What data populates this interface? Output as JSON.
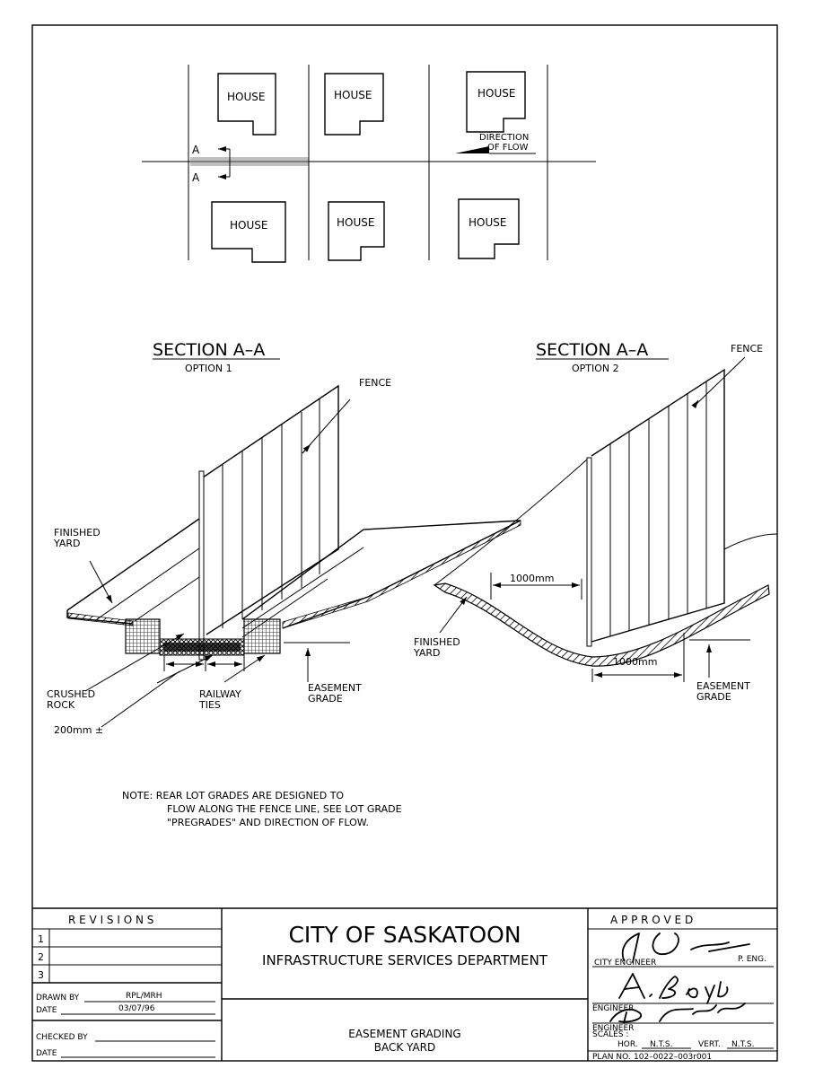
{
  "site_plan": {
    "houses": [
      "HOUSE",
      "HOUSE",
      "HOUSE",
      "HOUSE",
      "HOUSE",
      "HOUSE"
    ],
    "section_marks": [
      "A",
      "A"
    ],
    "flow_label_line1": "DIRECTION",
    "flow_label_line2": "OF FLOW"
  },
  "option1": {
    "title": "SECTION A–A",
    "subtitle": "OPTION 1",
    "fence": "FENCE",
    "finished_yard_1": "FINISHED",
    "finished_yard_2": "YARD",
    "crushed_rock_1": "CRUSHED",
    "crushed_rock_2": "ROCK",
    "railway_ties_1": "RAILWAY",
    "railway_ties_2": "TIES",
    "easement_grade_1": "EASEMENT",
    "easement_grade_2": "GRADE",
    "dimension": "200mm ±"
  },
  "option2": {
    "title": "SECTION A–A",
    "subtitle": "OPTION 2",
    "fence": "FENCE",
    "dim_top": "1000mm",
    "dim_bottom": "1000mm",
    "finished_yard_1": "FINISHED",
    "finished_yard_2": "YARD",
    "easement_grade_1": "EASEMENT",
    "easement_grade_2": "GRADE"
  },
  "note": {
    "line1": "NOTE:  REAR LOT GRADES ARE DESIGNED TO",
    "line2": "FLOW ALONG THE FENCE LINE, SEE LOT GRADE",
    "line3": "\"PREGRADES\" AND DIRECTION OF FLOW."
  },
  "title_block": {
    "revisions_header": "R E V I S I O N S",
    "revision_numbers": [
      "1",
      "2",
      "3"
    ],
    "drawn_by_label": "DRAWN BY",
    "drawn_by_value": "RPL/MRH",
    "date_label": "DATE",
    "date_value": "03/07/96",
    "checked_by_label": "CHECKED BY",
    "checked_date_label": "DATE",
    "org_name": "CITY OF SASKATOON",
    "department": "INFRASTRUCTURE SERVICES DEPARTMENT",
    "drawing_title_1": "EASEMENT GRADING",
    "drawing_title_2": "BACK YARD",
    "approved_header": "A P P R O V E D",
    "city_engineer_label": "CITY ENGINEER",
    "p_eng_label": "P. ENG.",
    "engineer_label_1": "ENGINEER",
    "engineer_label_2": "ENGINEER",
    "scales_label": "SCALES :",
    "scale_hor_label": "HOR.",
    "scale_hor_value": "N.T.S.",
    "scale_vert_label": "VERT.",
    "scale_vert_value": "N.T.S.",
    "plan_no_label": "PLAN NO.",
    "plan_no_value": "102–0022–003r001"
  }
}
